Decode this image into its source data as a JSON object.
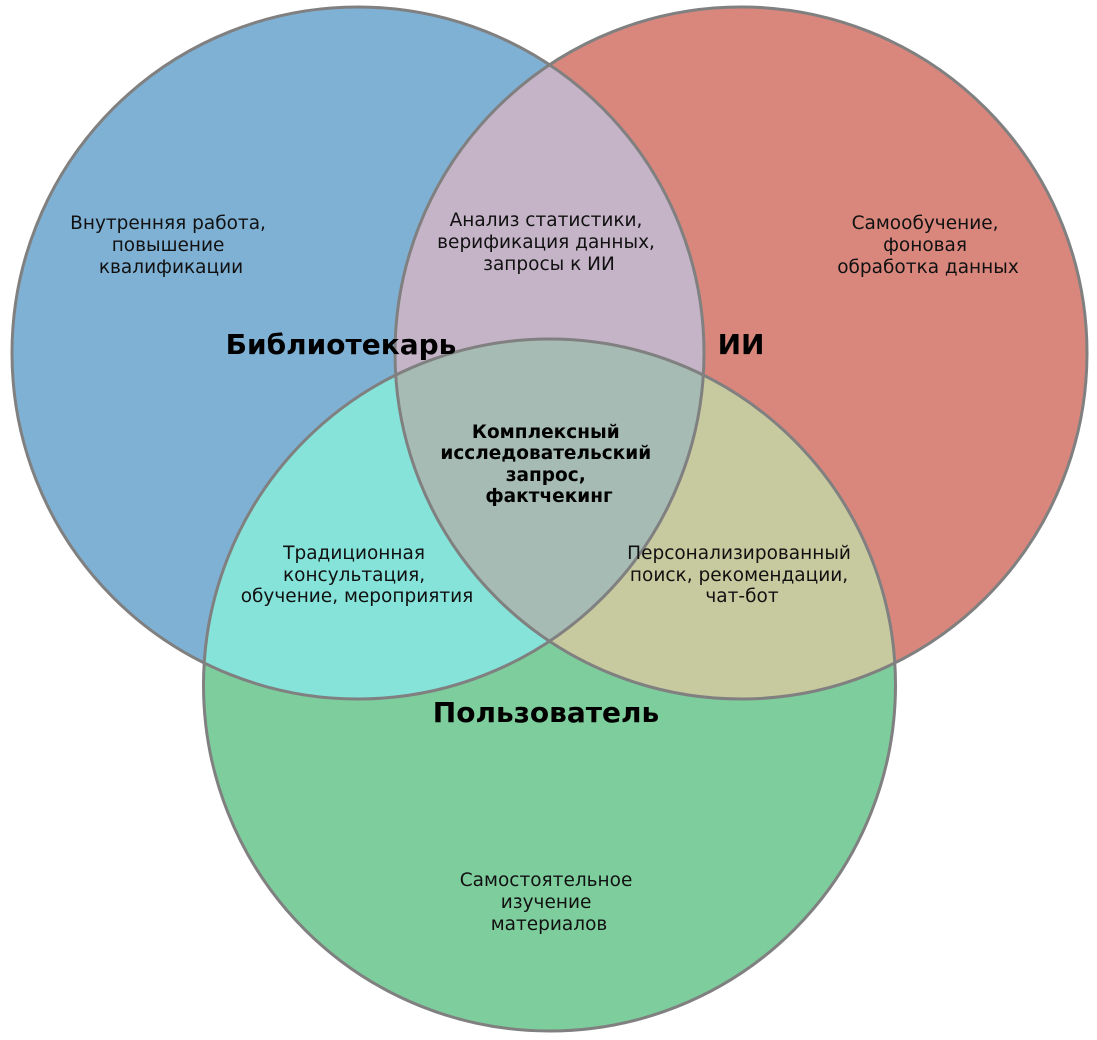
{
  "colors": {
    "librarian": "#7fb1d5",
    "ai": "#d9877d",
    "user": "#7ecd9d",
    "librarian_ai": "#c5b4c8",
    "librarian_user": "#85e3da",
    "ai_user": "#c7c99f",
    "center": "#a6bbb4",
    "outline": "#808080"
  },
  "sets": {
    "librarian": "Библиотекарь",
    "ai": "ИИ",
    "user": "Пользователь"
  },
  "regions": {
    "librarian_only": [
      "Внутренняя работа,",
      "повышение",
      "квалификации"
    ],
    "ai_only": [
      "Самообучение,",
      "фоновая",
      "обработка данных"
    ],
    "user_only": [
      "Самостоятельное",
      "изучение",
      "материалов"
    ],
    "librarian_ai": [
      "Анализ статистики,",
      "верификация данных,",
      "запросы к ИИ"
    ],
    "librarian_user": [
      "Традиционная",
      "консультация,",
      "обучение, мероприятия"
    ],
    "ai_user": [
      "Персонализированный",
      "поиск, рекомендации,",
      "чат-бот"
    ],
    "all": [
      "Комплексный",
      "исследовательский",
      "запрос,",
      "фактчекинг"
    ]
  }
}
